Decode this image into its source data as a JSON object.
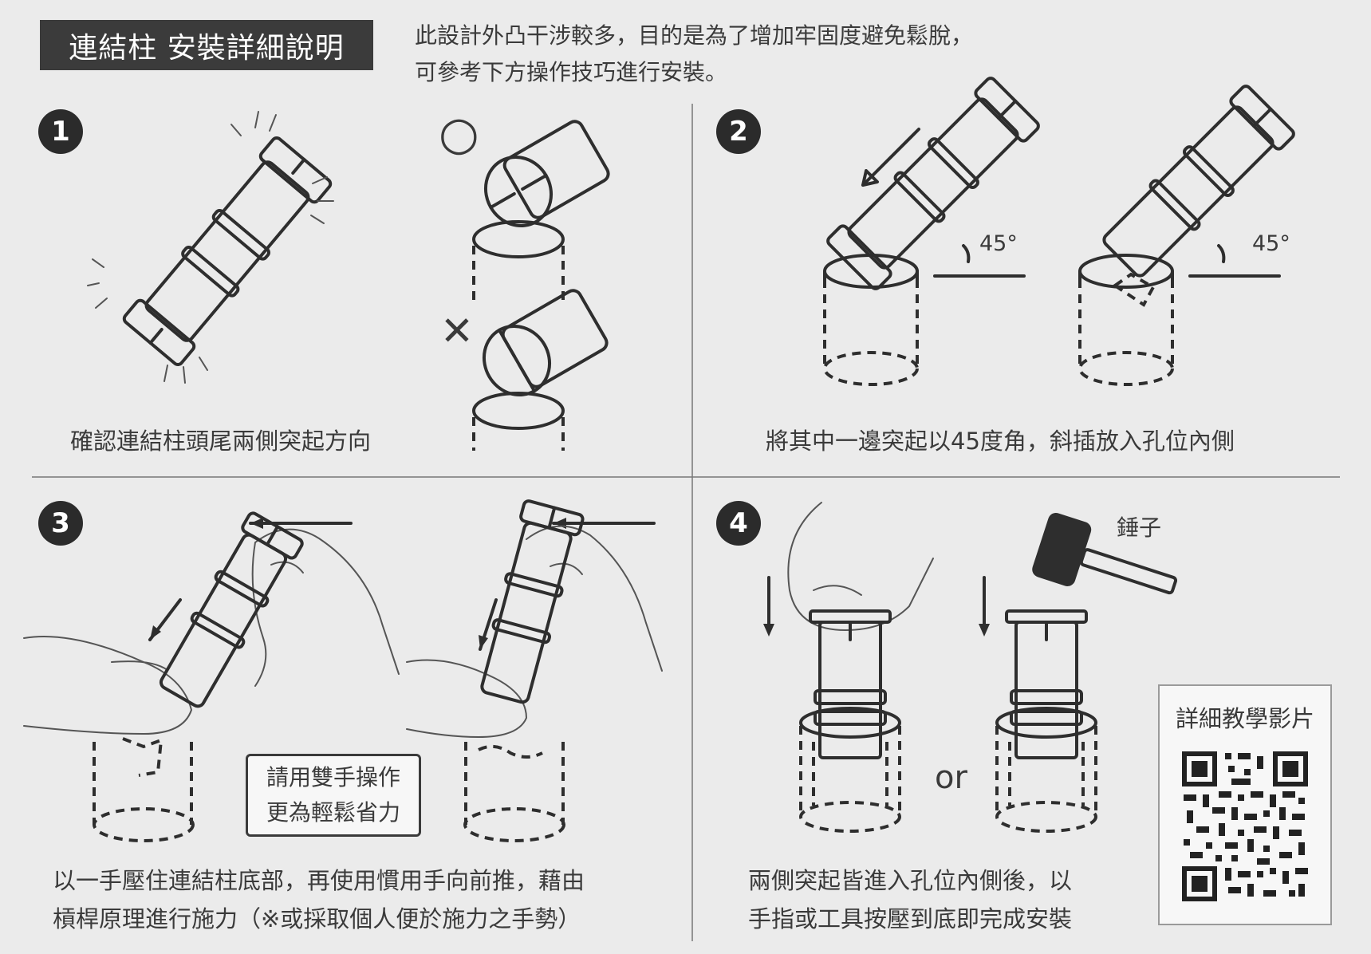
{
  "title": "連結柱 安裝詳細說明",
  "intro": {
    "line1": "此設計外凸干涉較多，目的是為了增加牢固度避免鬆脫，",
    "line2": "可參考下方操作技巧進行安裝。"
  },
  "steps": [
    {
      "number": "1",
      "caption": "確認連結柱頭尾兩側突起方向",
      "marks": {
        "correct": "○",
        "wrong": "✕"
      }
    },
    {
      "number": "2",
      "caption": "將其中一邊突起以45度角，斜插放入孔位內側",
      "angle_label": "45°"
    },
    {
      "number": "3",
      "caption_line1": "以一手壓住連結柱底部，再使用慣用手向前推，藉由",
      "caption_line2": "槓桿原理進行施力（※或採取個人便於施力之手勢）",
      "tip_line1": "請用雙手操作",
      "tip_line2": "更為輕鬆省力"
    },
    {
      "number": "4",
      "caption_line1": "兩側突起皆進入孔位內側後，以",
      "caption_line2": "手指或工具按壓到底即完成安裝",
      "hammer_label": "錘子",
      "or_label": "or"
    }
  ],
  "qr": {
    "title": "詳細教學影片"
  },
  "colors": {
    "ink": "#2e2e2e",
    "title_bg": "#3b3b3b",
    "paper": "#ebebeb"
  }
}
